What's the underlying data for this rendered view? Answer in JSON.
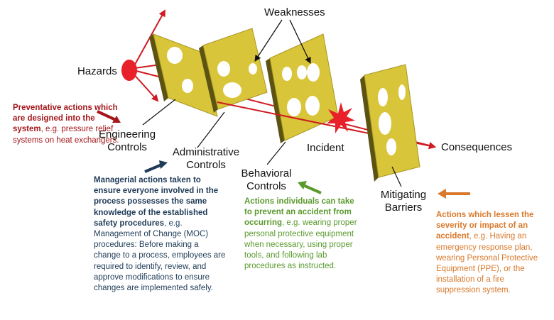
{
  "labels": {
    "weaknesses": "Weaknesses",
    "hazards": "Hazards",
    "engineering_controls": [
      "Engineering",
      "Controls"
    ],
    "administrative_controls": [
      "Administrative",
      "Controls"
    ],
    "behavioral_controls": [
      "Behavioral",
      "Controls"
    ],
    "incident": "Incident",
    "consequences": "Consequences",
    "mitigating_barriers": [
      "Mitigating",
      "Barriers"
    ]
  },
  "notes": {
    "preventative": {
      "bold": "Preventative actions which are designed into the system",
      "rest": ", e.g. pressure relief systems on heat exchangers."
    },
    "managerial": {
      "bold": "Managerial actions taken to ensure everyone involved in the process possesses the same knowledge of the established safety procedures",
      "rest": ", e.g. Management of Change (MOC) procedures: Before making a change to a process, employees are required to identify, review, and approve modifications to ensure changes are implemented safely."
    },
    "individual": {
      "bold": "Actions individuals can take to prevent an accident from occurring",
      "rest": ", e.g. wearing proper personal protective equipment when necessary, using proper tools, and following lab procedures as instructed."
    },
    "lessen": {
      "bold": "Actions which lessen the severity or impact of an accident",
      "rest": ", e.g. Having an emergency response plan, wearing Personal Protective Equipment (PPE), or the installation of a fire suppression system."
    }
  },
  "colors": {
    "slice_fill": "#d9c53a",
    "slice_side": "#5c5312",
    "hazard": "#e8202a",
    "ray": "#cf1b22",
    "preventative": "#a4161a",
    "managerial": "#1f3b57",
    "individual": "#5a9a2e",
    "lessen": "#d9792b"
  }
}
